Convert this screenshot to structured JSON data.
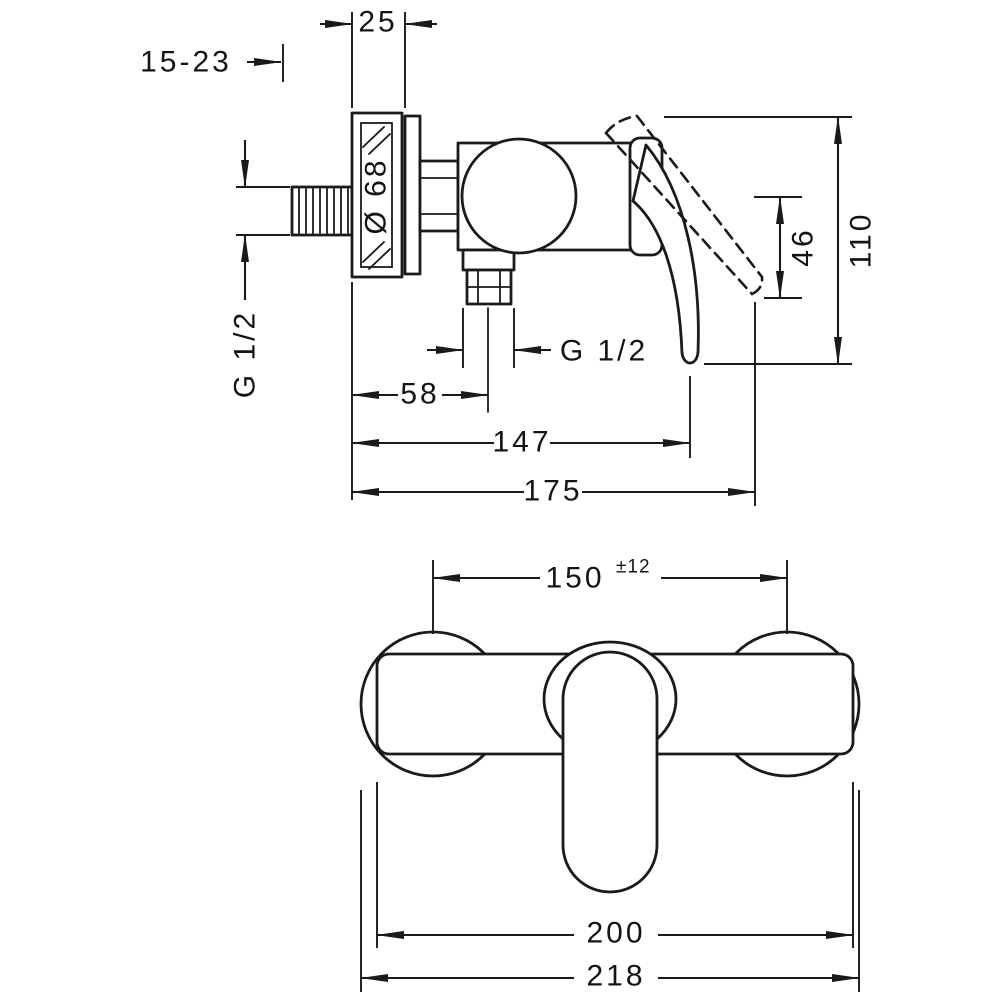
{
  "colors": {
    "line": "#1a1a1a",
    "background": "#ffffff"
  },
  "side": {
    "d25": "25",
    "d15_23": "15-23",
    "dia": "Ø 68",
    "inlet_thread": "G 1/2",
    "outlet_thread": "G 1/2",
    "d46": "46",
    "d110": "110",
    "d58": "58",
    "d147": "147",
    "d175": "175"
  },
  "front": {
    "d150": "150",
    "tol": "±12",
    "d200": "200",
    "d218": "218"
  }
}
